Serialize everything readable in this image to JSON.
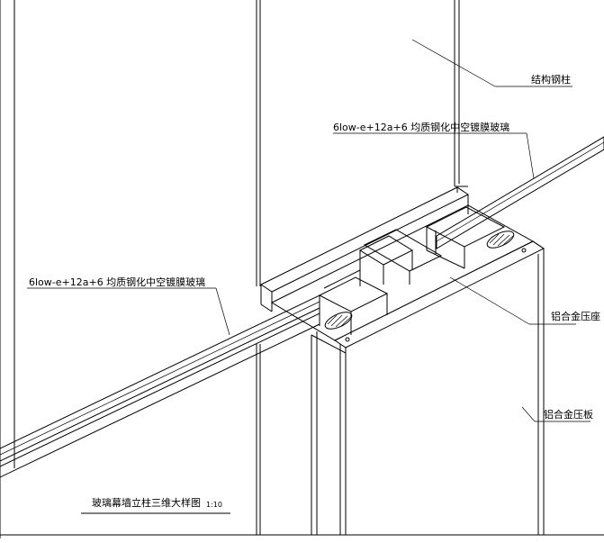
{
  "labels": {
    "steel_column": "结构钢柱",
    "glass_top": "6low-e+12a+6 均质钢化中空镀膜玻璃",
    "glass_left": "6low-e+12a+6 均质钢化中空镀膜玻璃",
    "pressure_seat": "铝合金压座",
    "pressure_plate": "铝合金压板"
  },
  "title": {
    "text": "玻璃幕墙立柱三维大样图",
    "scale": "1:10"
  },
  "colors": {
    "line": "#000000",
    "background": "#ffffff",
    "gasket_hatch": "#000000"
  }
}
